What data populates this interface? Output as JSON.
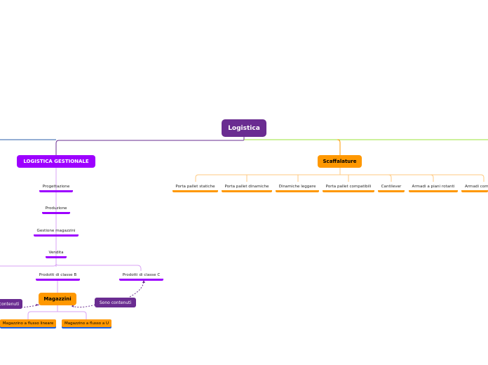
{
  "root": {
    "label": "Logistica"
  },
  "gestionale": {
    "title": "LOGISTICA GESTIONALE",
    "items": [
      "Progettazione",
      "Produzione",
      "Gestione magazzini",
      "Vendita"
    ],
    "classes": [
      "Prodotti di classe B",
      "Prodotti di classe C"
    ]
  },
  "magazzini": {
    "title": "Magazzini",
    "relation_left": "contenuti",
    "relation_right": "Sono contenuti",
    "types": [
      "Magazzino a flusso lineare",
      "Magazzino a flusso a U"
    ]
  },
  "scaffalature": {
    "title": "Scaffalature",
    "items": [
      "Porta pallet statiche",
      "Porta pallet dinamiche",
      "Dinamiche leggere",
      "Porta pallet compatibili",
      "Cantilever",
      "Armadi a piani rotanti",
      "Armadi com"
    ]
  },
  "colors": {
    "root": "#6a2c91",
    "purple": "#9d00ff",
    "orange": "#ff9800",
    "green": "#9be33a",
    "blue": "#1a5fe0",
    "dark_blue": "#2a5caa"
  }
}
